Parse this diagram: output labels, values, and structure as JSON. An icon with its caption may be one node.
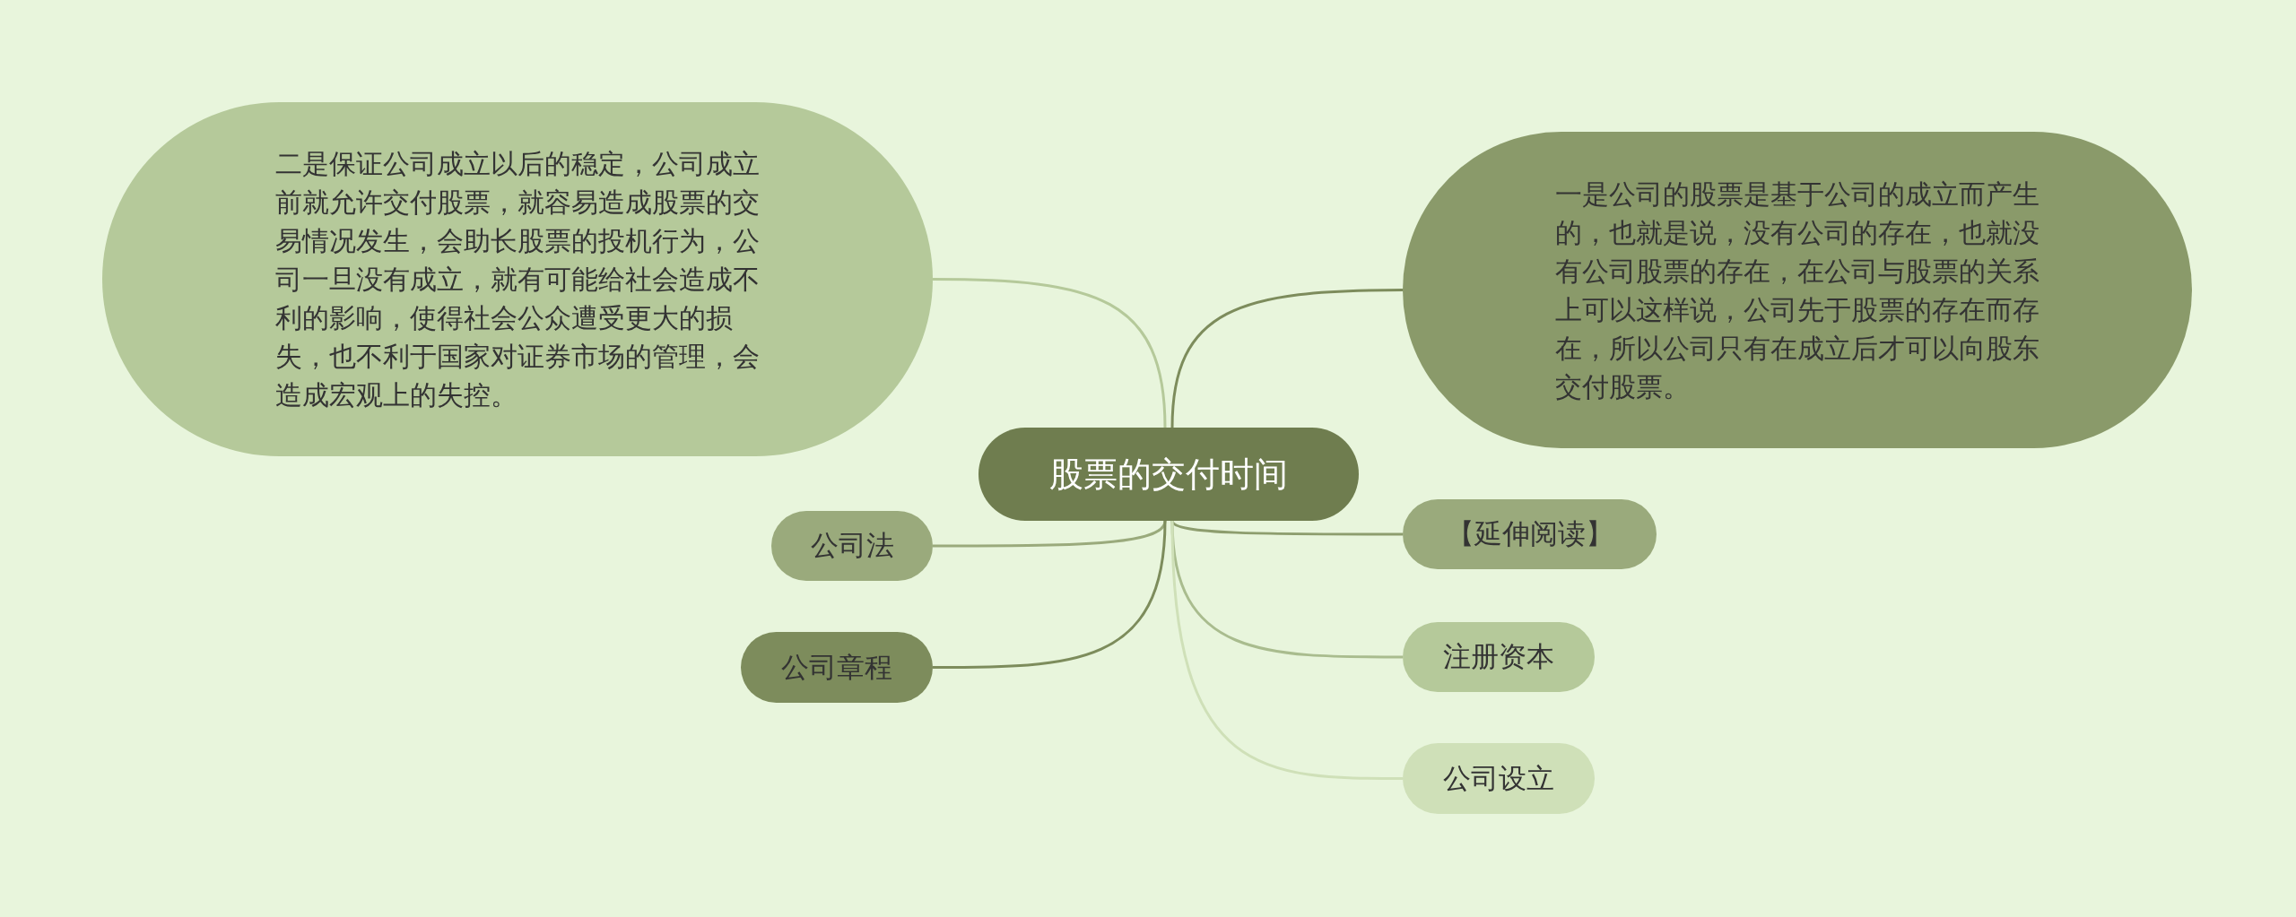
{
  "diagram": {
    "nodes": [
      {
        "text": [
          "股票的交付时间"
        ]
      },
      {
        "text": [
          "二是保证公司成立以后的稳定，公司成立前就允许交付股票，就容易造成股票的交易情况发生，会助长股票的投机行为，公司一旦没有成立，就有可能给社会造成不利的影响，使得社会公众遭受更大的损失，也不利于国家对证券市场的管理，会造成宏观上的失控。"
        ]
      },
      {
        "text": [
          "一是公司的股票是基于公司的成立而产生的，也就是说，没有公司的存在，也就没有公司股票的存在，在公司与股票的关系上可以这样说，公司先于股票的存在而存在，所以公司只有在成立后才可以向股东交付股票。"
        ]
      },
      {
        "text": [
          "公司法"
        ]
      },
      {
        "text": [
          "【延伸阅读】"
        ]
      },
      {
        "text": [
          "公司章程"
        ]
      },
      {
        "text": [
          "注册资本"
        ]
      },
      {
        "text": [
          "公司设立"
        ]
      }
    ],
    "edges": [
      {
        "from": 0,
        "to": 1,
        "arrow": "none",
        "color": "#b5c99a"
      },
      {
        "from": 0,
        "to": 2,
        "arrow": "none",
        "color": "#7d8c5c"
      },
      {
        "from": 0,
        "to": 3,
        "arrow": "none",
        "color": "#9aaa7c"
      },
      {
        "from": 0,
        "to": 4,
        "arrow": "none",
        "color": "#8d9d6e"
      },
      {
        "from": 0,
        "to": 5,
        "arrow": "none",
        "color": "#7d8c5c"
      },
      {
        "from": 0,
        "to": 6,
        "arrow": "none",
        "color": "#a9bc8e"
      },
      {
        "from": 0,
        "to": 7,
        "arrow": "none",
        "color": "#cfe0b8"
      }
    ]
  }
}
